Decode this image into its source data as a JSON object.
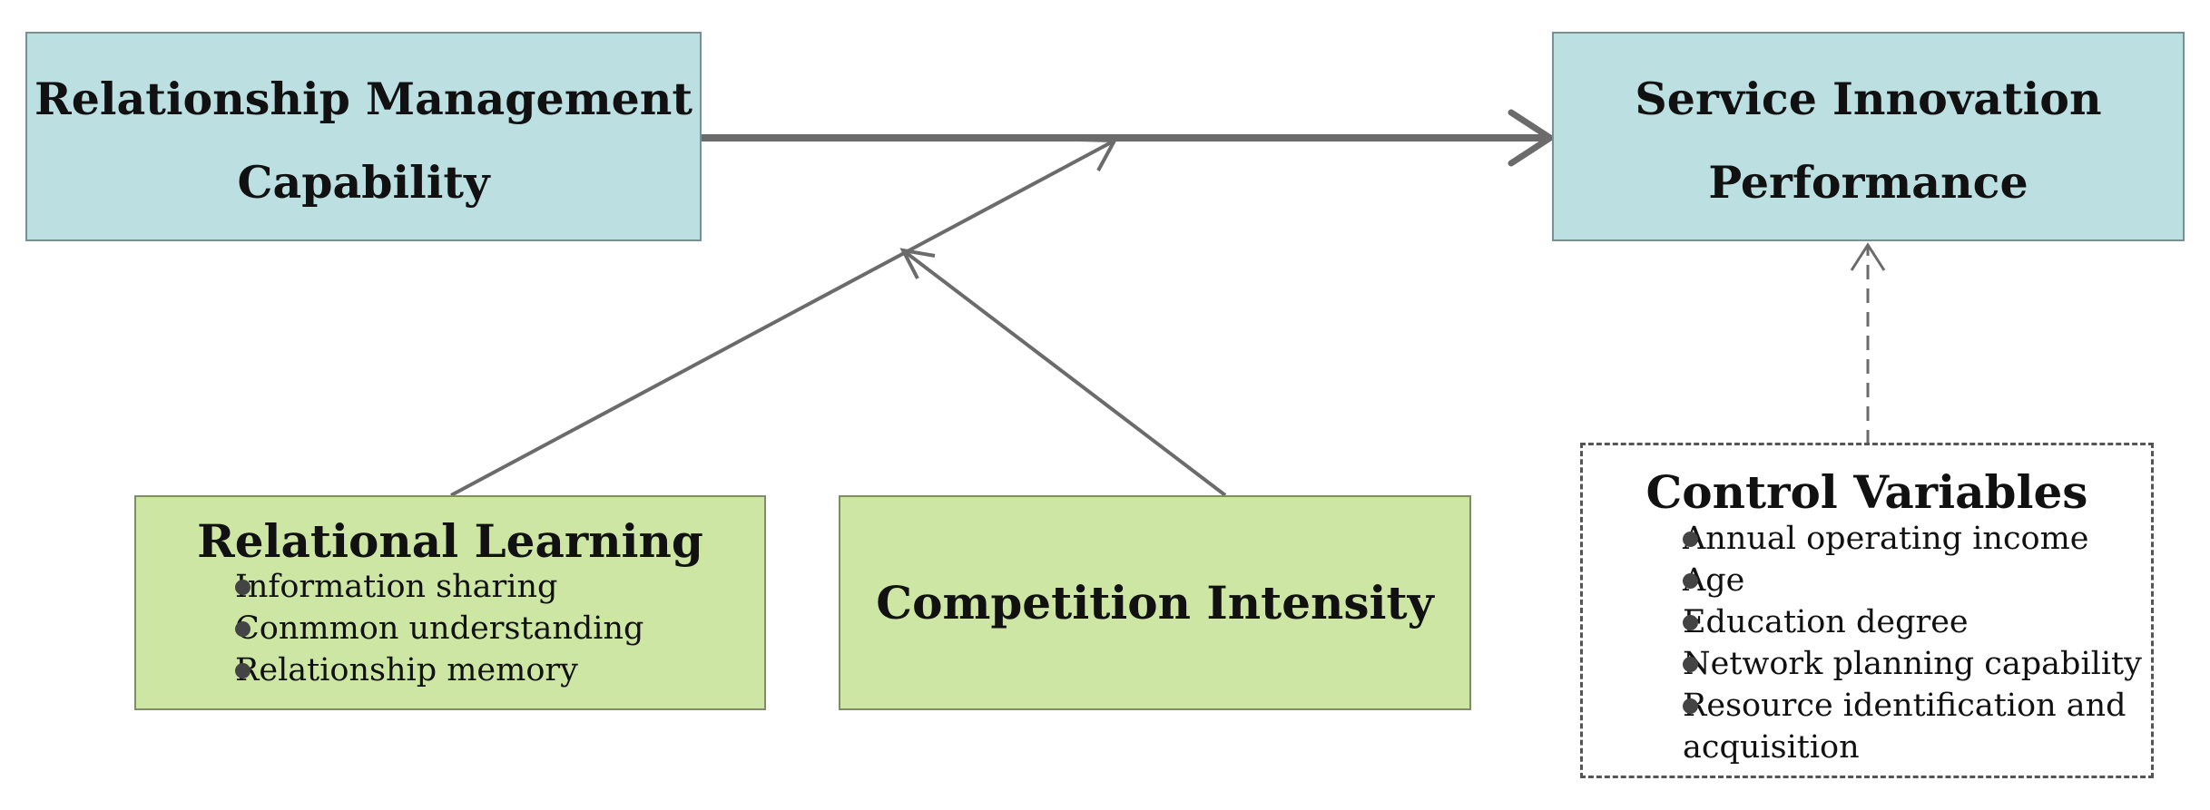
{
  "boxes": {
    "rmc": {
      "lines": [
        "Relationship Management",
        "Capability"
      ]
    },
    "sip": {
      "lines": [
        "Service Innovation",
        "Performance"
      ]
    },
    "rl": {
      "title": "Relational Learning",
      "items": [
        "Information sharing",
        "Conmmon understanding",
        "Relationship memory"
      ]
    },
    "ci": {
      "title": "Competition Intensity"
    },
    "cv": {
      "title": "Control Variables",
      "items": [
        "Annual operating income",
        "Age",
        "Education degree",
        "Network planning capability",
        "Resource identification and",
        "acquisition"
      ]
    }
  },
  "colors": {
    "blue_fill": "#bcdfe2",
    "green_fill": "#cde6a3",
    "arrow": "#6b6b6b"
  }
}
